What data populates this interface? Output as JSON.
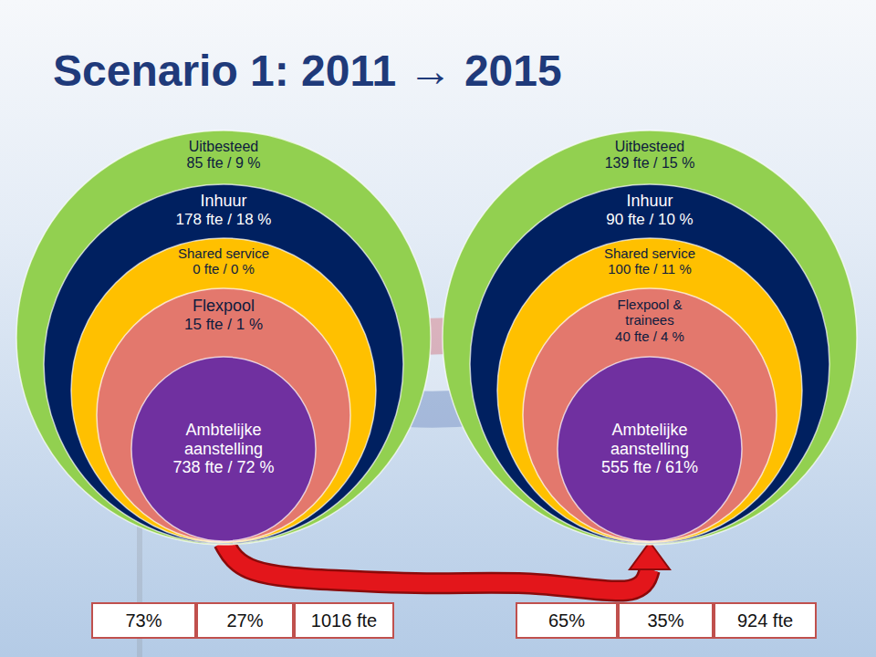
{
  "diagram": {
    "title": "Scenario 1: 2011 → 2015",
    "nodes": [
      {
        "text": [
          "Uitbesteed",
          "85 fte / 9 %"
        ]
      },
      {
        "text": [
          "Inhuur",
          "178 fte / 18 %"
        ],
        "in": 0
      },
      {
        "text": [
          "Shared service",
          "0 fte / 0 %"
        ],
        "in": 1
      },
      {
        "text": [
          "Flexpool",
          "15 fte / 1 %"
        ],
        "in": 2
      },
      {
        "text": [
          "Ambtelijke aanstelling",
          "738 fte / 72 %"
        ],
        "in": 3
      },
      {
        "text": [
          "Uitbesteed",
          "139 fte / 15 %"
        ]
      },
      {
        "text": [
          "Inhuur",
          "90 fte / 10 %"
        ],
        "in": 5
      },
      {
        "text": [
          "Shared service",
          "100 fte / 11 %"
        ],
        "in": 6
      },
      {
        "text": [
          "Flexpool & trainees",
          "40 fte / 4 %"
        ],
        "in": 7
      },
      {
        "text": [
          "Ambtelijke aanstelling",
          "555 fte / 61%"
        ],
        "in": 8
      }
    ],
    "edges": [
      {
        "from": 4,
        "to": 9,
        "arrow": "to"
      }
    ],
    "labels": [
      "73%",
      "27%",
      "1016 fte",
      "65%",
      "35%",
      "924 fte"
    ]
  }
}
